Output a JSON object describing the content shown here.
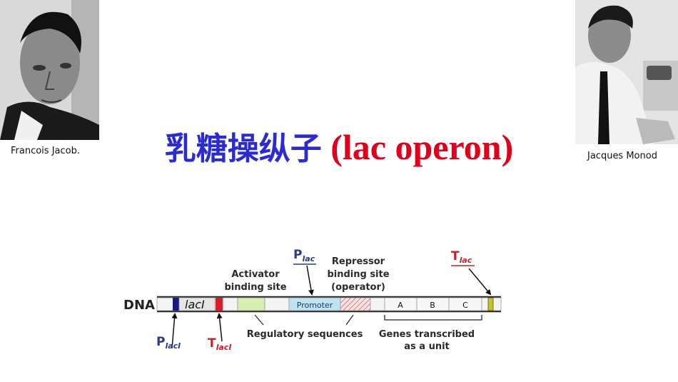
{
  "portraits": {
    "left": {
      "caption": "Francois Jacob."
    },
    "right": {
      "caption": "Jacques Monod"
    }
  },
  "title": {
    "chinese": "乳糖操纵子",
    "english": "(lac operon)"
  },
  "diagram": {
    "dna_label": "DNA",
    "laci_label": "lacI",
    "promoter_label": "Promoter",
    "genes": [
      "A",
      "B",
      "C"
    ],
    "activator_label": [
      "Activator",
      "binding site"
    ],
    "repressor_label": [
      "Repressor",
      "binding site",
      "(operator)"
    ],
    "p_lac": {
      "main": "P",
      "sub": "lac"
    },
    "t_lac": {
      "main": "T",
      "sub": "lac"
    },
    "p_laci": {
      "main": "P",
      "sub": "lacI"
    },
    "t_laci": {
      "main": "T",
      "sub": "lacI"
    },
    "regulatory_label": "Regulatory sequences",
    "genes_label": [
      "Genes transcribed",
      "as a unit"
    ],
    "colors": {
      "title_zh": "#2b2bd4",
      "title_en": "#e0001b",
      "promoter": "#bfe3f2",
      "activator": "#d8eeb0",
      "p_laci_box": "#1a1a80",
      "t_laci_box": "#d81e2a",
      "t_lac_box": "#c9c21a",
      "label_p": "#2a3a8a",
      "label_t": "#c8202a"
    }
  }
}
